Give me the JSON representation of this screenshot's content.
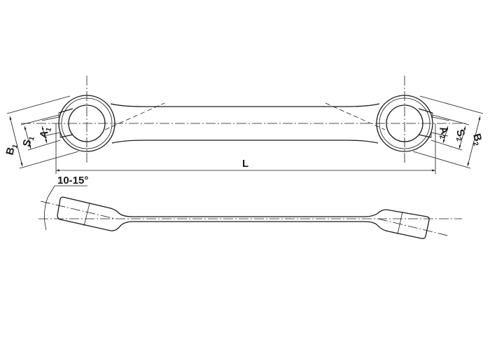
{
  "labels": {
    "b1": "B",
    "b1_sub": "1",
    "s1": "S",
    "s1_sub": "1",
    "a1": "A",
    "a1_sub": "1",
    "length": "L",
    "a2": "A",
    "a2_sub": "2",
    "s2": "S",
    "s2_sub": "2",
    "b2": "B",
    "b2_sub": "2",
    "angle": "10-15°"
  }
}
